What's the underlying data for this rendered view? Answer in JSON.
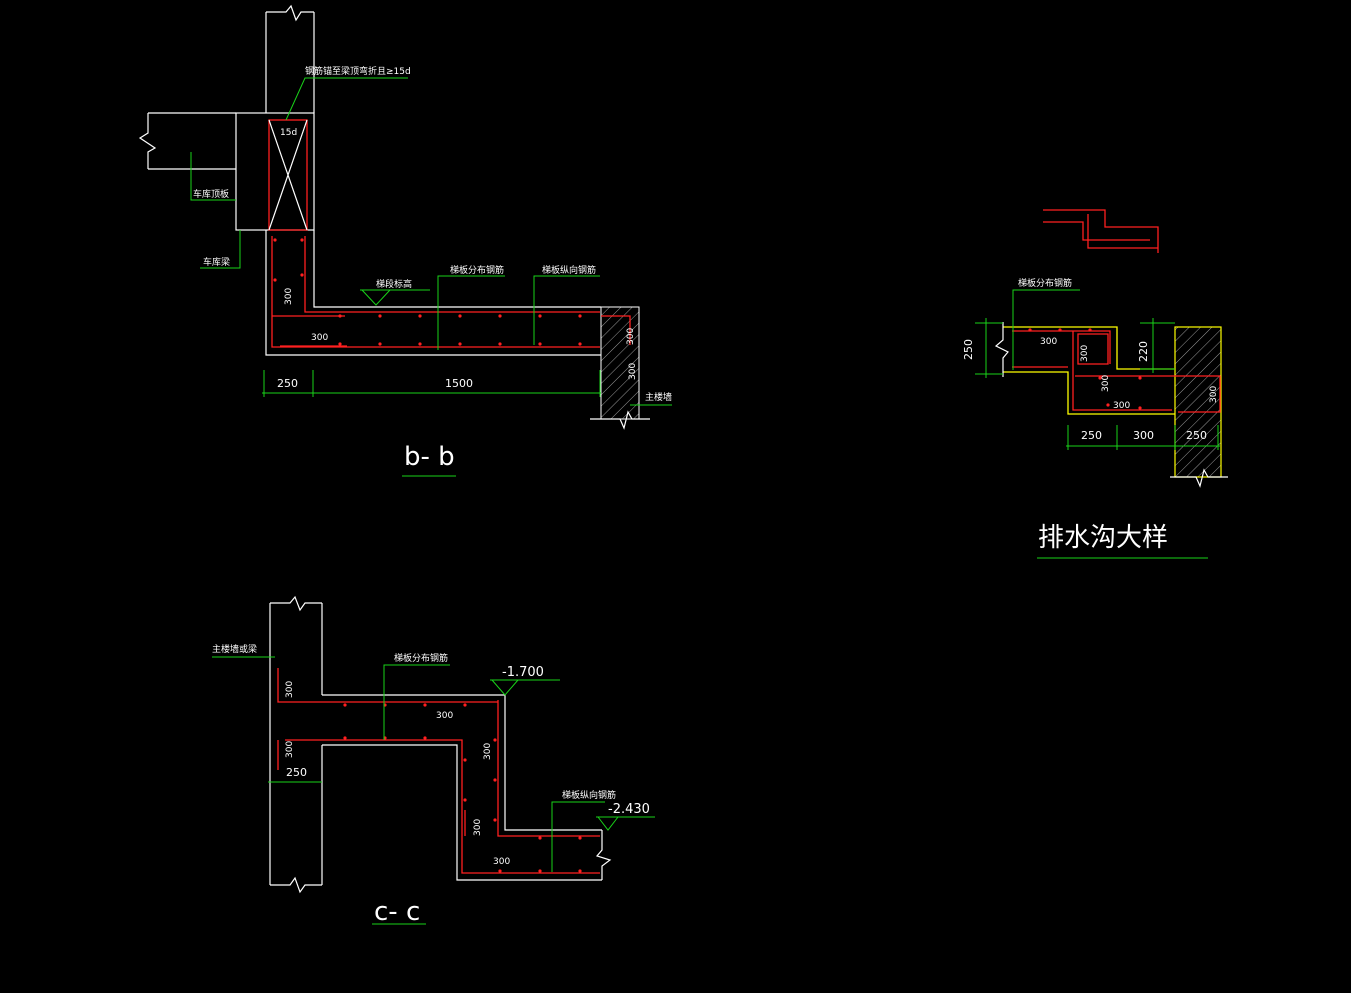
{
  "bb": {
    "title": "b- b",
    "label_anchor": "钢筋锚至梁顶弯折且≥15d",
    "label_15d": "15d",
    "label_beam_slab": "车库顶板",
    "label_beam": "车库梁",
    "label_stair_elev": "梯段标高",
    "label_dist_rebar": "梯板分布钢筋",
    "label_long_rebar": "梯板纵向钢筋",
    "label_main_wall": "主楼墙",
    "dim_300_v": "300",
    "dim_300_h": "300",
    "dim_250": "250",
    "dim_1500": "1500",
    "dim_300_r1": "300",
    "dim_300_r2": "300"
  },
  "cc": {
    "title": "c- c",
    "label_main_wall": "主楼墙或梁",
    "label_dist_rebar": "梯板分布钢筋",
    "label_long_rebar": "梯板纵向钢筋",
    "elev_top": "-1.700",
    "elev_bottom": "-2.430",
    "dim_300_a": "300",
    "dim_300_b": "300",
    "dim_300_c": "300",
    "dim_300_d": "300",
    "dim_300_e": "300",
    "dim_300_f": "300",
    "dim_250": "250"
  },
  "drain": {
    "title": "排水沟大样",
    "label_dist_rebar": "梯板分布钢筋",
    "dim_300_a": "300",
    "dim_300_b": "300",
    "dim_300_c": "300",
    "dim_300_d": "300",
    "dim_300_e": "300",
    "dim_250_v": "250",
    "dim_220": "220",
    "dim_250_a": "250",
    "dim_300_f": "300",
    "dim_250_b": "250"
  },
  "colors": {
    "line": "#ffffff",
    "rebar": "#ff2020",
    "leader": "#19d219",
    "wall": "#ffff00"
  }
}
